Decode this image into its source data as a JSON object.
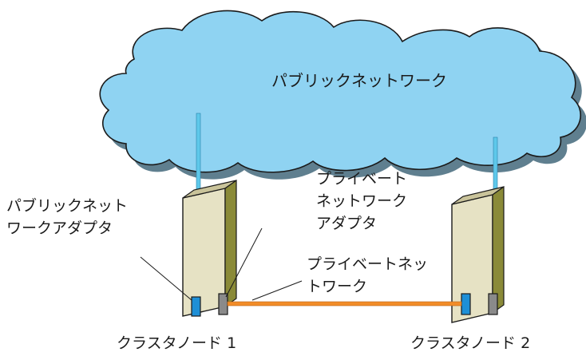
{
  "cloud": {
    "label": "パブリックネットワーク",
    "fill": "#8fd3f2",
    "shadow": "#5f7f8f"
  },
  "labels": {
    "public_adapter_line1": "パブリックネット",
    "public_adapter_line2": "ワークアダプタ",
    "private_adapter_line1": "プライベート",
    "private_adapter_line2": "ネットワーク",
    "private_adapter_line3": "アダプタ",
    "private_network_line1": "プライベートネッ",
    "private_network_line2": "トワーク",
    "node1": "クラスタノード 1",
    "node2": "クラスタノード 2"
  },
  "colors": {
    "public_cable": "#5ec8ea",
    "private_cable": "#f28c28",
    "tower_front": "#e6e2c4",
    "tower_side": "#8a8a38",
    "nic_public": "#1e8fd6",
    "nic_private": "#8a8a8a"
  }
}
